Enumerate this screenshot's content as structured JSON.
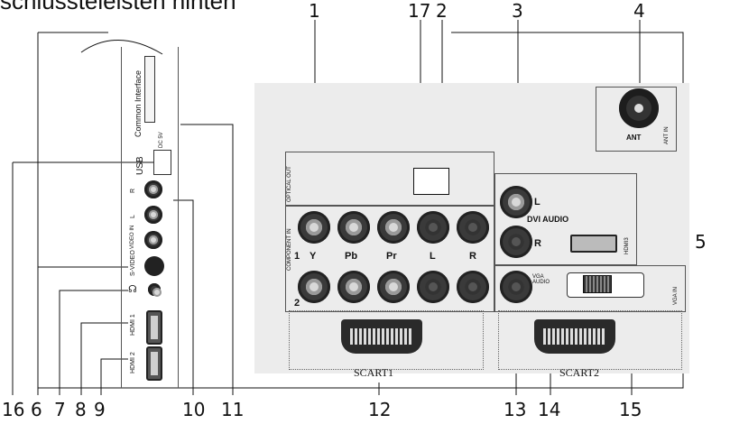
{
  "heading": "schlussteleisten hinten",
  "callouts": {
    "n1": "1",
    "n17": "17",
    "n2": "2",
    "n3": "3",
    "n4": "4",
    "n5": "5",
    "n16": "16",
    "n6": "6",
    "n7": "7",
    "n8": "8",
    "n9": "9",
    "n10": "10",
    "n11": "11",
    "n12": "12",
    "n13": "13",
    "n14": "14",
    "n15": "15"
  },
  "side_panel": {
    "common_interface": "Common Interface",
    "usb": "USB",
    "usb_sub": "DC 5V",
    "audio_r": "R",
    "audio_l": "L",
    "video": "VIDEO IN",
    "svideo": "S-VIDEO",
    "headphone": "☊",
    "hdmi1": "HDMI 1",
    "hdmi2": "HDMI 2"
  },
  "rear_panel": {
    "optical_out": "OPTICAL OUT",
    "component_in": "COMPONENT IN",
    "row1_index": "1",
    "row2_index": "2",
    "component_labels": [
      "Y",
      "Pb",
      "Pr",
      "L",
      "R"
    ],
    "dvi_l": "L",
    "dvi_label": "DVI AUDIO",
    "dvi_r": "R",
    "hdmi3": "HDMI3",
    "vga_audio": "VGA AUDIO",
    "vga_in": "VGA IN",
    "ant": "ANT",
    "ant_in": "ANT IN",
    "scart1": "SCART1",
    "scart2": "SCART2"
  }
}
